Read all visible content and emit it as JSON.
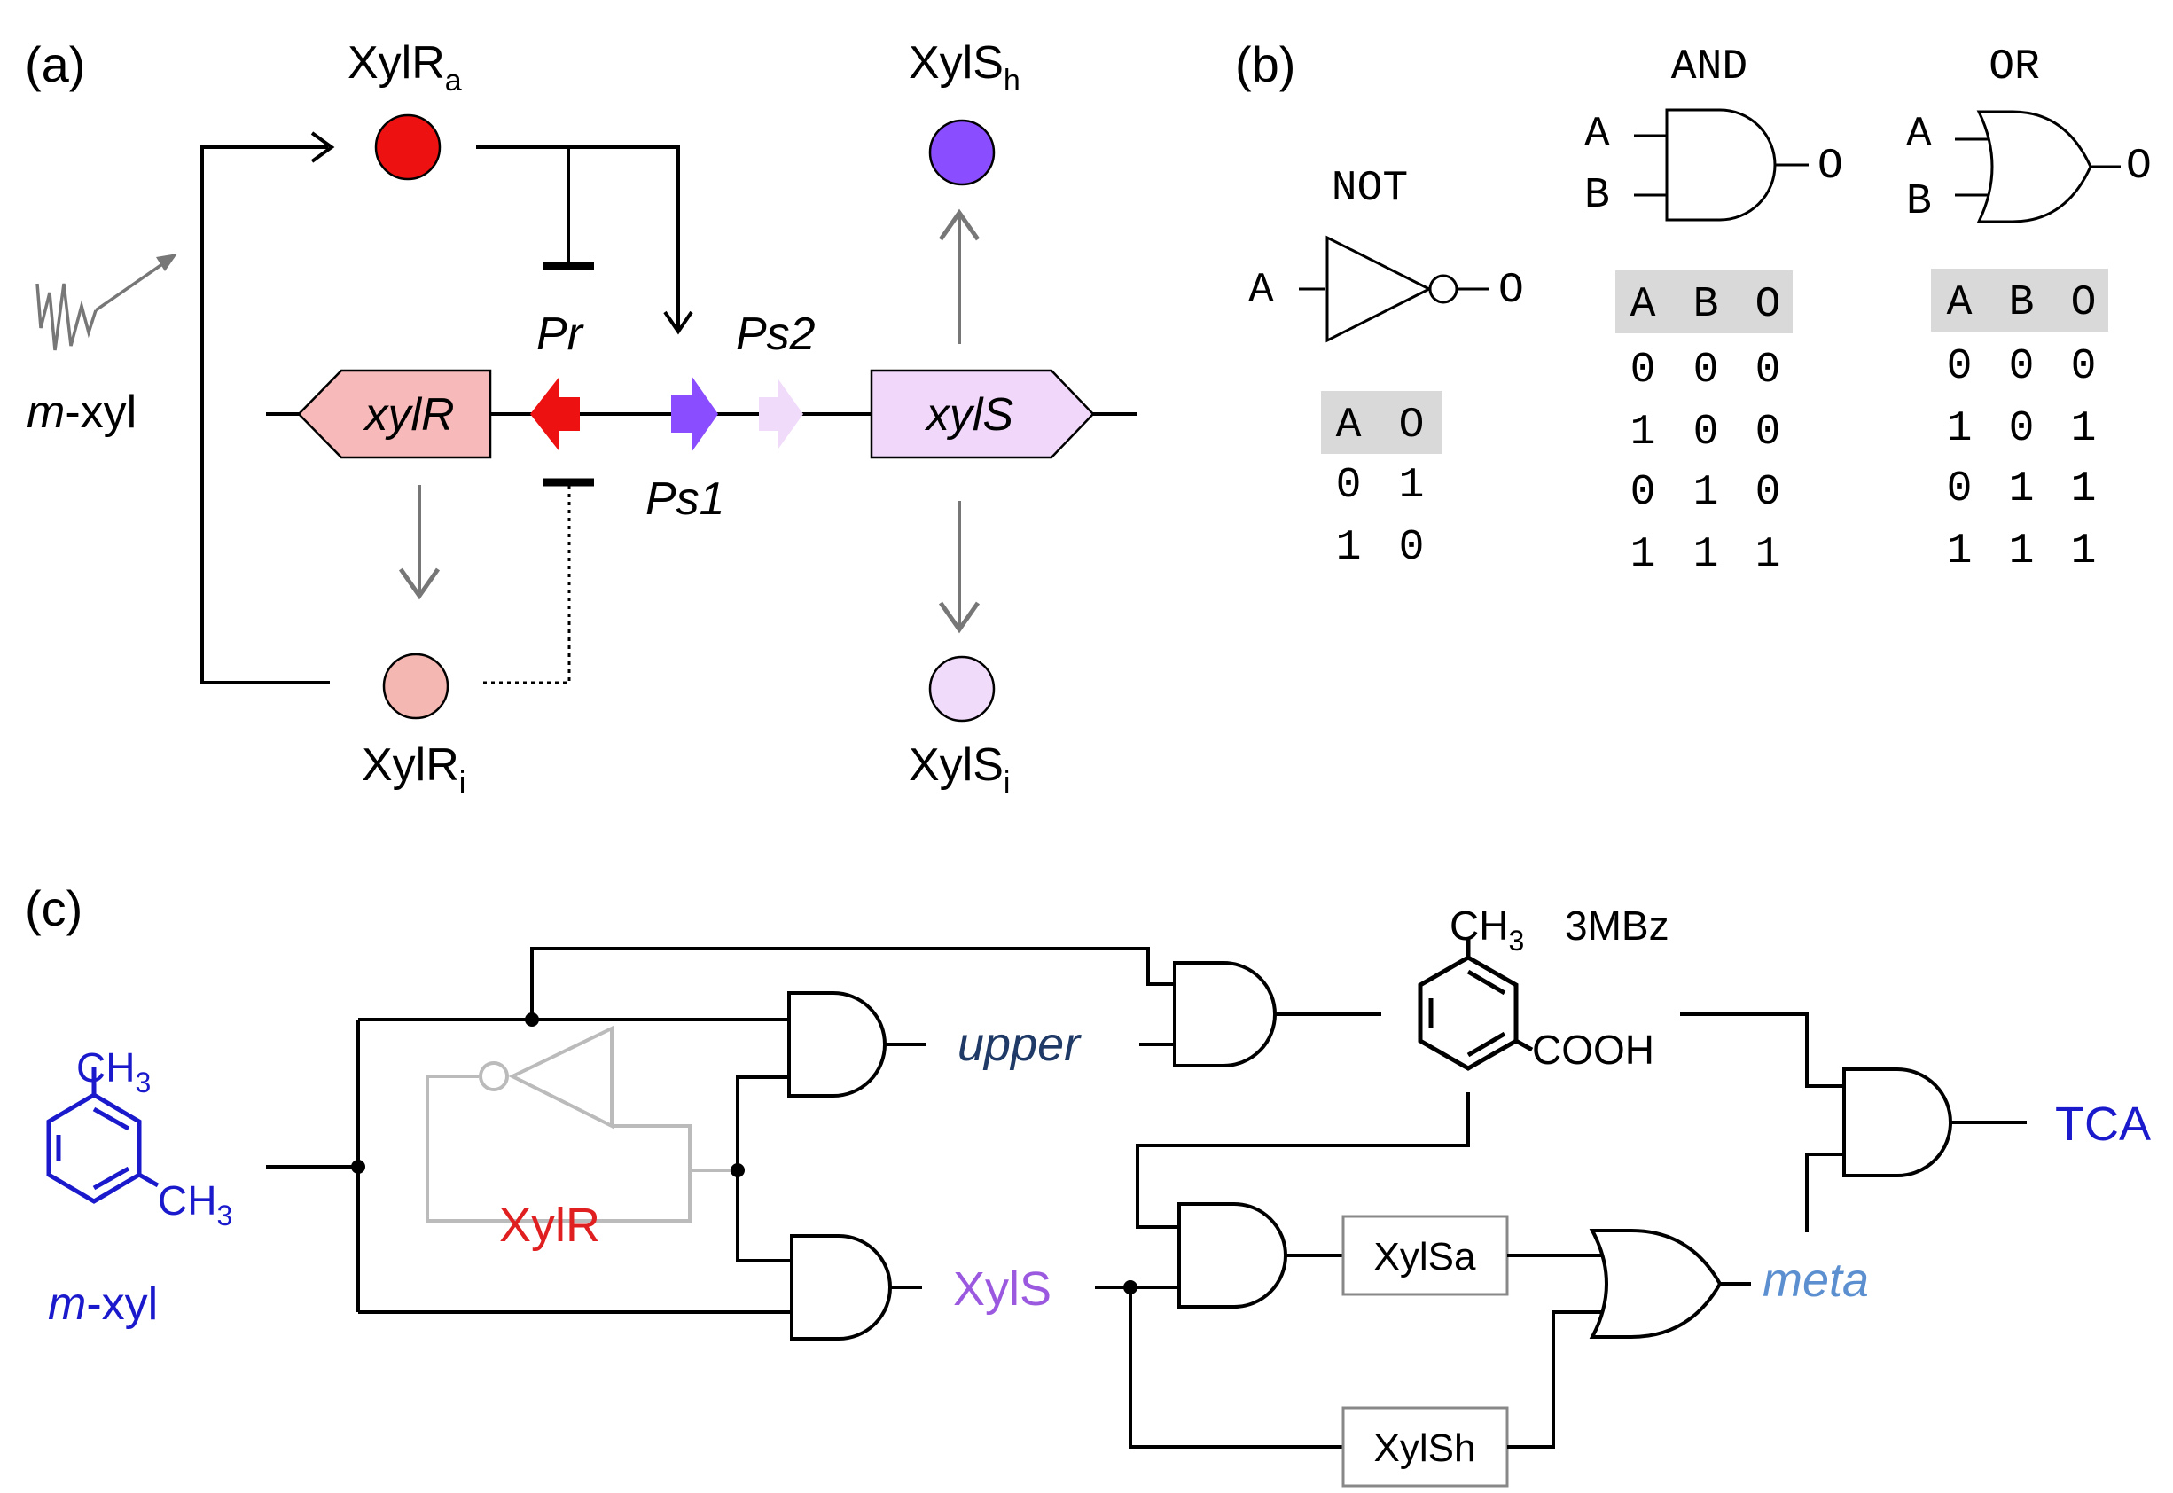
{
  "panel_a": {
    "label": "(a)",
    "xylR_a": "XylR",
    "xylR_a_sub": "a",
    "xylR_i": "XylR",
    "xylR_i_sub": "i",
    "xylS_h": "XylS",
    "xylS_h_sub": "h",
    "xylS_i": "XylS",
    "xylS_i_sub": "i",
    "inducer_prefix": "m",
    "inducer_suffix": "-xyl",
    "gene_xylR": "xylR",
    "gene_xylS": "xylS",
    "promoter_pr": "Pr",
    "promoter_ps1": "Ps1",
    "promoter_ps2": "Ps2",
    "colors": {
      "xylR_a": "#ee1111",
      "xylR_i": "#f5b7b1",
      "xylS_h": "#8a4dff",
      "xylS_i": "#f1dbfa",
      "gene_xylR_fill": "#f7b9b9",
      "gene_xylS_fill": "#f1d8fb"
    }
  },
  "panel_b": {
    "label": "(b)",
    "not_gate": {
      "title": "NOT",
      "input_a": "A",
      "output": "O",
      "table": {
        "headers": [
          "A",
          "O"
        ],
        "rows": [
          [
            "0",
            "1"
          ],
          [
            "1",
            "0"
          ]
        ]
      }
    },
    "and_gate": {
      "title": "AND",
      "input_a": "A",
      "input_b": "B",
      "output": "O",
      "table": {
        "headers": [
          "A",
          "B",
          "O"
        ],
        "rows": [
          [
            "0",
            "0",
            "0"
          ],
          [
            "1",
            "0",
            "0"
          ],
          [
            "0",
            "1",
            "0"
          ],
          [
            "1",
            "1",
            "1"
          ]
        ]
      }
    },
    "or_gate": {
      "title": "OR",
      "input_a": "A",
      "input_b": "B",
      "output": "O",
      "table": {
        "headers": [
          "A",
          "B",
          "O"
        ],
        "rows": [
          [
            "0",
            "0",
            "0"
          ],
          [
            "1",
            "0",
            "1"
          ],
          [
            "0",
            "1",
            "1"
          ],
          [
            "1",
            "1",
            "1"
          ]
        ]
      }
    },
    "colors": {
      "table_header_bg": "#d9d9d9"
    }
  },
  "panel_c": {
    "label": "(c)",
    "mxyl_ch3_top": "CH",
    "mxyl_ch3_top_sub": "3",
    "mxyl_ch3_side": "CH",
    "mxyl_ch3_side_sub": "3",
    "mxyl_prefix": "m",
    "mxyl_suffix": "-xyl",
    "xylR": "XylR",
    "upper": "upper",
    "xylS": "XylS",
    "mbz_ch3": "CH",
    "mbz_ch3_sub": "3",
    "mbz_name": "3MBz",
    "mbz_cooh": "COOH",
    "xylSa": "XylSa",
    "xylSh": "XylSh",
    "meta": "meta",
    "tca": "TCA",
    "colors": {
      "mxyl": "#1a1acc",
      "xylR": "#e02020",
      "upper": "#1f3a66",
      "xylS": "#9b59e0",
      "meta": "#5b8fd0",
      "tca": "#1a1acc",
      "inverter_gray": "#bbbbbb"
    }
  }
}
